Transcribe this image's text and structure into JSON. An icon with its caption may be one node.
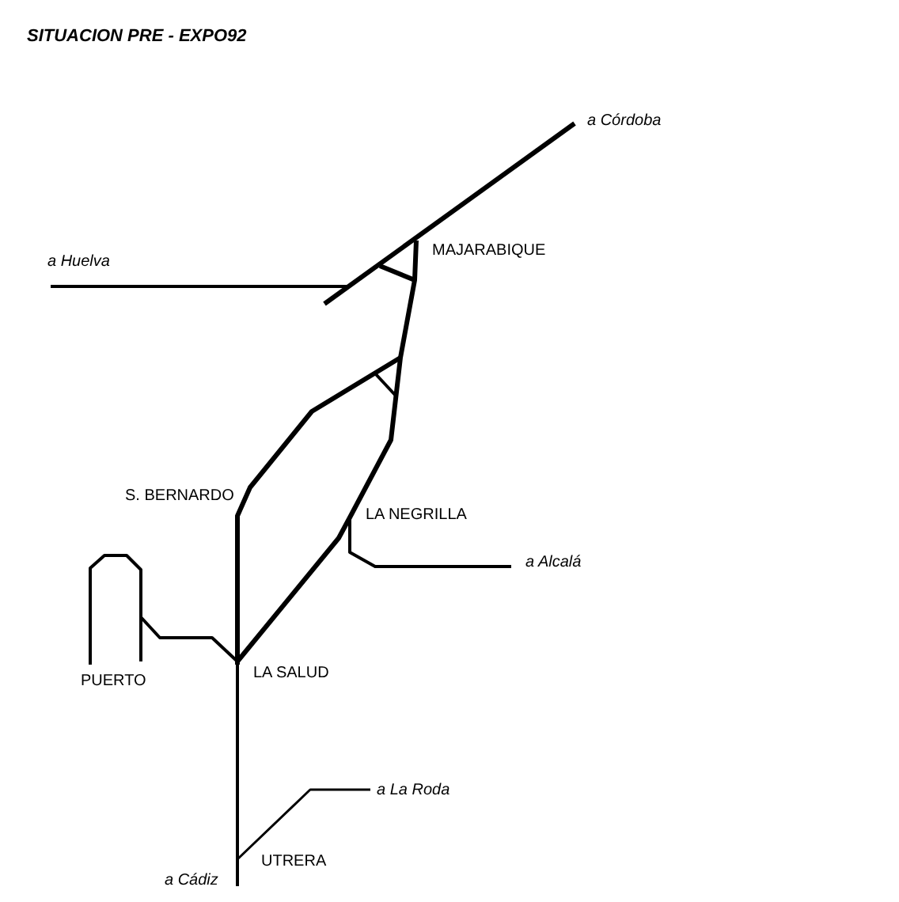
{
  "diagram": {
    "title": "SITUACION PRE - EXPO92",
    "labels": [
      "a Córdoba",
      "MAJARABIQUE",
      "a Huelva",
      "S. BERNARDO",
      "LA NEGRILLA",
      "a Alcalá",
      "PUERTO",
      "LA SALUD",
      "a La Roda",
      "UTRERA",
      "a Cádiz"
    ]
  }
}
